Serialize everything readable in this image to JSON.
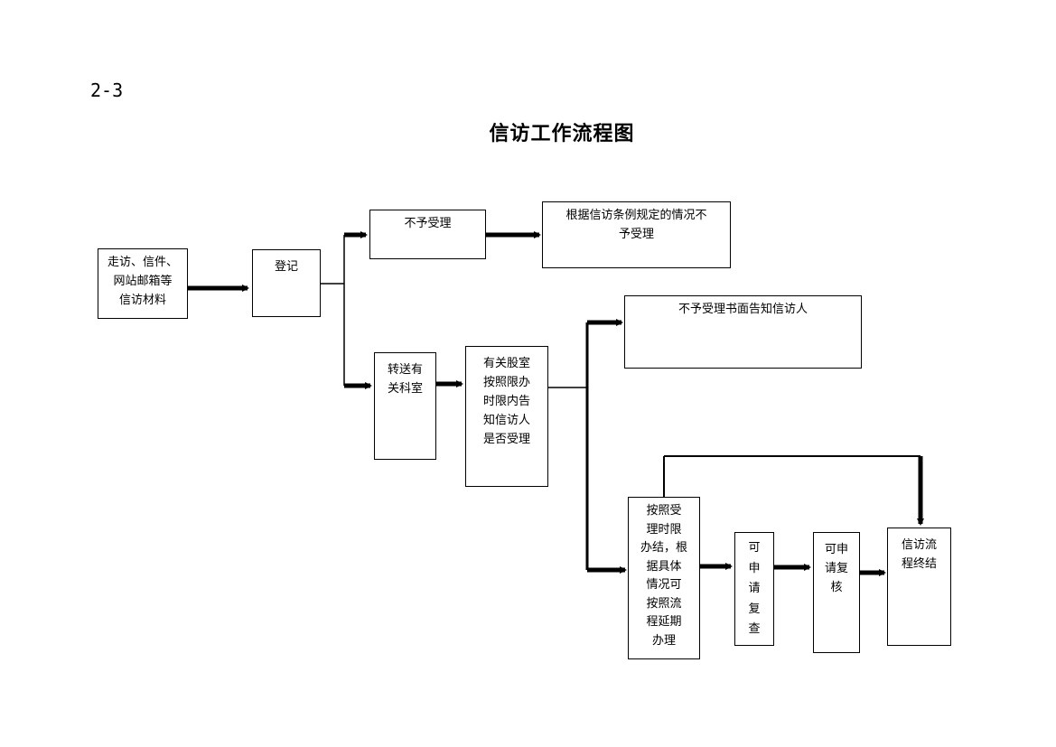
{
  "header": {
    "page_number": "2-3",
    "title": "信访工作流程图"
  },
  "nodes": {
    "source": "走访、信件、\n网站邮箱等\n信访材料",
    "register": "登记",
    "reject": "不予受理",
    "reject_reason": "根据信访条例规定的情况不\n予受理",
    "transfer": "转送有\n关科室",
    "decide": "有关股室\n按照限办\n时限内告\n知信访人\n是否受理",
    "notify_reject": "不予受理书面告知信访人",
    "handle": "按照受\n理时限\n办结，根\n据具体\n情况可\n按照流\n程延期\n办理",
    "review": "可\n申\n请\n复\n查",
    "recheck": "可申\n请复\n核",
    "end": "信访流\n程终结"
  }
}
